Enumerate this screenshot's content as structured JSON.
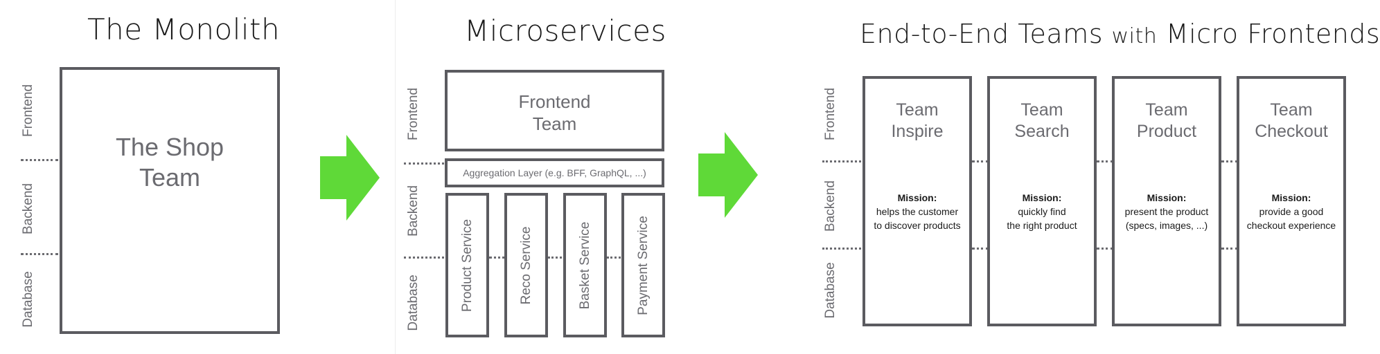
{
  "monolith": {
    "title": "The Monolith",
    "box_label_line1": "The Shop",
    "box_label_line2": "Team",
    "layers": {
      "frontend": "Frontend",
      "backend": "Backend",
      "database": "Database"
    }
  },
  "microservices": {
    "title": "Microservices",
    "frontend_box_line1": "Frontend",
    "frontend_box_line2": "Team",
    "aggregation_layer": "Aggregation Layer (e.g. BFF, GraphQL, ...)",
    "services": [
      "Product Service",
      "Reco Service",
      "Basket Service",
      "Payment Service"
    ],
    "layers": {
      "frontend": "Frontend",
      "backend": "Backend",
      "database": "Database"
    }
  },
  "e2e": {
    "title_part1": "End-to-End Teams",
    "title_part2": "with",
    "title_part3": "Micro Frontends",
    "layers": {
      "frontend": "Frontend",
      "backend": "Backend",
      "database": "Database"
    },
    "teams": [
      {
        "line1": "Team",
        "line2": "Inspire",
        "mission_label": "Mission:",
        "mission_line1": "helps the customer",
        "mission_line2": "to discover products"
      },
      {
        "line1": "Team",
        "line2": "Search",
        "mission_label": "Mission:",
        "mission_line1": "quickly find",
        "mission_line2": "the right product"
      },
      {
        "line1": "Team",
        "line2": "Product",
        "mission_label": "Mission:",
        "mission_line1": "present the product",
        "mission_line2": "(specs, images, ...)"
      },
      {
        "line1": "Team",
        "line2": "Checkout",
        "mission_label": "Mission:",
        "mission_line1": "provide a good",
        "mission_line2": "checkout experience"
      }
    ]
  },
  "colors": {
    "arrow": "#5fd938",
    "box_border": "#5b5b60",
    "text_gray": "#6b6b70",
    "title": "#1a1a1a"
  }
}
